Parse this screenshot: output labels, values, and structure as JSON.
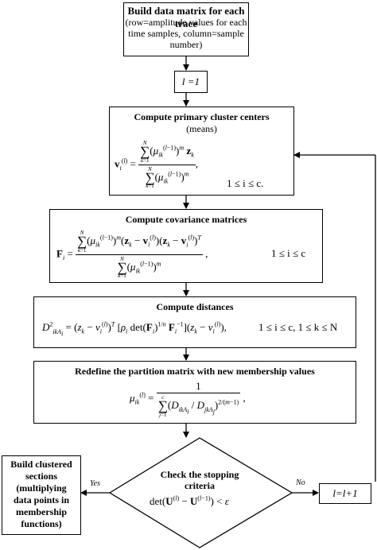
{
  "box1": {
    "title": "Build data matrix for each trace",
    "line2": "(row=amplitude values for each",
    "line3": "time samples, column=sample",
    "line4": "number)"
  },
  "box2": {
    "label": "l =1"
  },
  "box3": {
    "title": "Compute primary cluster centers",
    "subtitle": "(means)",
    "range": "1 ≤ i ≤ c."
  },
  "box4": {
    "title": "Compute covariance matrices",
    "range": "1 ≤ i ≤ c"
  },
  "box5": {
    "title": "Compute distances",
    "range": "1 ≤ i ≤ c,  1 ≤ k ≤ N"
  },
  "box6": {
    "title": "Redefine the partition matrix with new membership values"
  },
  "diamond": {
    "line1": "Check the stopping",
    "line2": "criteria"
  },
  "output_box": {
    "line1": "Build clustered",
    "line2": "sections",
    "line3": "(multiplying",
    "line4": "data points in",
    "line5": "membership",
    "line6": "functions)"
  },
  "increment_box": {
    "label": "l=l+1"
  },
  "edges": {
    "yes": "Yes",
    "no": "No"
  }
}
